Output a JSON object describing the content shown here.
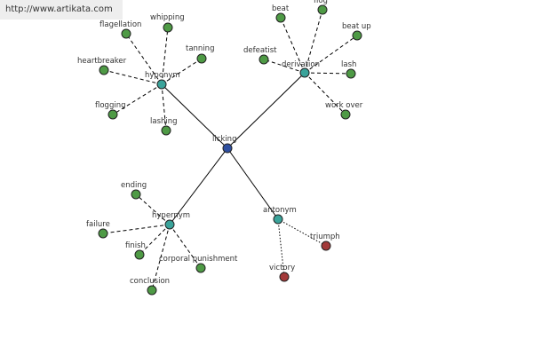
{
  "header": {
    "url": "http://www.artikata.com"
  },
  "colors": {
    "root": "#2e4fa0",
    "hub": "#3aa39a",
    "leaf": "#4e9a45",
    "antonym_leaf": "#a33a3a",
    "edge": "#000000"
  },
  "graph": {
    "root": {
      "label": "licking"
    },
    "hubs": {
      "hyponym": {
        "label": "hyponym"
      },
      "derivation": {
        "label": "derivation"
      },
      "hypernym": {
        "label": "hypernym"
      },
      "antonym": {
        "label": "antonym"
      }
    },
    "leaves": {
      "flagellation": "flagellation",
      "whipping": "whipping",
      "tanning": "tanning",
      "heartbreaker": "heartbreaker",
      "flogging": "flogging",
      "lashing": "lashing",
      "beat": "beat",
      "flog": "flog",
      "beat_up": "beat up",
      "defeatist": "defeatist",
      "lash": "lash",
      "work_over": "work over",
      "ending": "ending",
      "failure": "failure",
      "finish": "finish",
      "corporal_punishment": "corporal punishment",
      "conclusion": "conclusion",
      "triumph": "triumph",
      "victory": "victory"
    }
  }
}
